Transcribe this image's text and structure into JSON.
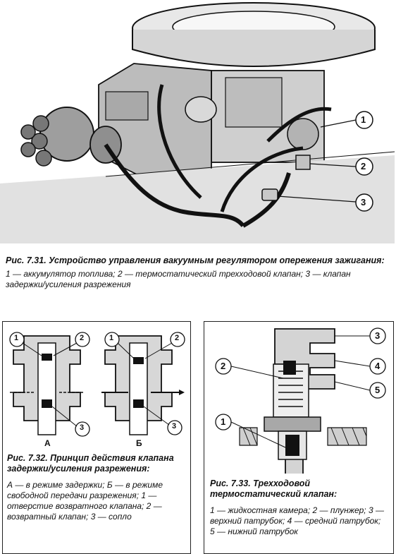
{
  "fig731": {
    "callouts": [
      "1",
      "2",
      "3"
    ],
    "title": "Рис. 7.31. Устройство управления вакуумным регулятором опережения зажигания:",
    "legend": "1 — аккумулятор топлива; 2 — термостатический трехходовой клапан; 3 — клапан задержки/усиления разрежения"
  },
  "fig732": {
    "callouts": [
      "1",
      "2",
      "3",
      "1",
      "2",
      "3"
    ],
    "label_a": "А",
    "label_b": "Б",
    "title": "Рис. 7.32. Принцип действия клапана задержки/усиления разрежения:",
    "legend": "А — в режиме задержки; Б — в режиме свободной передачи разрежения; 1 — отверстие возвратного клапана; 2 — возвратный клапан; 3 — сопло"
  },
  "fig733": {
    "callouts": [
      "3",
      "4",
      "2",
      "5",
      "1"
    ],
    "title": "Рис. 7.33. Трехходовой термостатический клапан:",
    "legend": "1 — жидкостная камера; 2 — плунжер; 3 — верхний патрубок; 4 — средний патрубок; 5 — нижний патрубок"
  }
}
